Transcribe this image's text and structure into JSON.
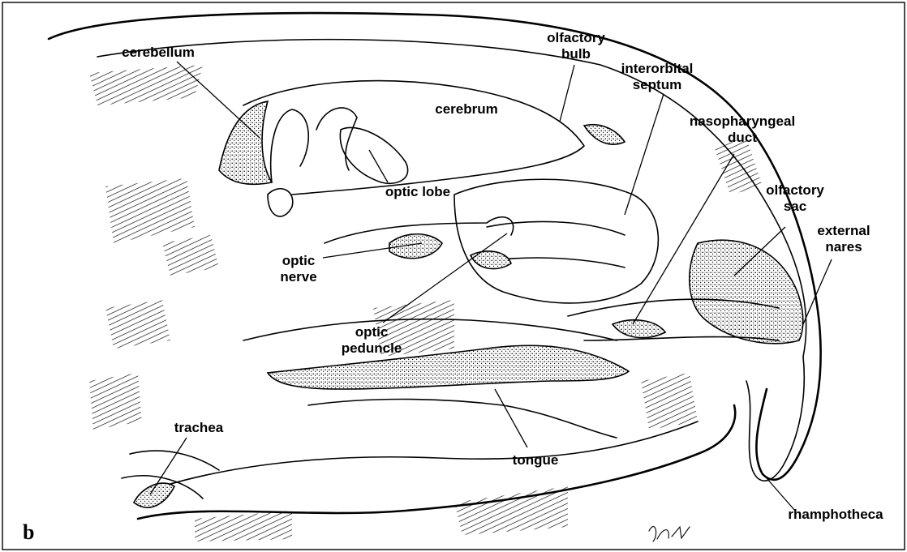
{
  "panel_letter": "b",
  "labels": {
    "cerebellum": "cerebellum",
    "olfactory_bulb": [
      "olfactory",
      "bulb"
    ],
    "interorbital_septum": [
      "interorbital",
      "septum"
    ],
    "cerebrum": "cerebrum",
    "nasopharyngeal_duct": [
      "nasopharyngeal",
      "duct"
    ],
    "optic_lobe": "optic lobe",
    "olfactory_sac": [
      "olfactory",
      "sac"
    ],
    "external_nares": [
      "external",
      "nares"
    ],
    "optic_nerve": [
      "optic",
      "nerve"
    ],
    "optic_peduncle": [
      "optic",
      "peduncle"
    ],
    "trachea": "trachea",
    "tongue": "tongue",
    "rhamphotheca": "rhamphotheca"
  }
}
